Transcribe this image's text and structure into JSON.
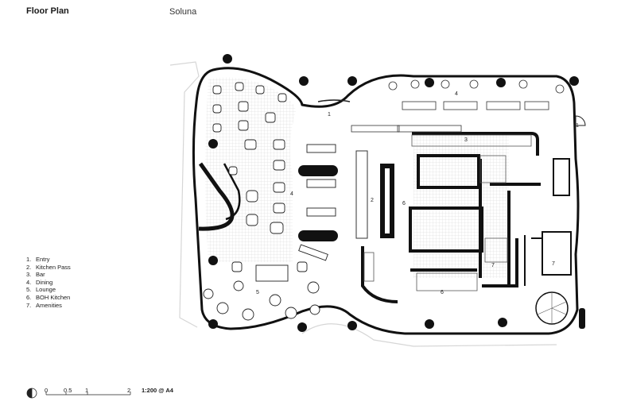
{
  "header": {
    "title": "Floor Plan",
    "project": "Soluna"
  },
  "legend": [
    {
      "num": "1.",
      "label": "Entry"
    },
    {
      "num": "2.",
      "label": "Kitchen Pass"
    },
    {
      "num": "3.",
      "label": "Bar"
    },
    {
      "num": "4.",
      "label": "Dining"
    },
    {
      "num": "5.",
      "label": "Lounge"
    },
    {
      "num": "6.",
      "label": "BOH Kitchen"
    },
    {
      "num": "7.",
      "label": "Amenities"
    }
  ],
  "scale_bar": {
    "ticks": [
      "0",
      "0.5",
      "1",
      "2"
    ],
    "ratio": "1:200 @ A4"
  },
  "plan_labels": {
    "entry_1": "1",
    "entry_2": "1",
    "kitchen_pass": "2",
    "bar": "3",
    "dining_1": "4",
    "dining_2": "4",
    "lounge": "5",
    "boh": "6",
    "boh_2": "6",
    "amen_1": "7",
    "amen_2": "7"
  }
}
